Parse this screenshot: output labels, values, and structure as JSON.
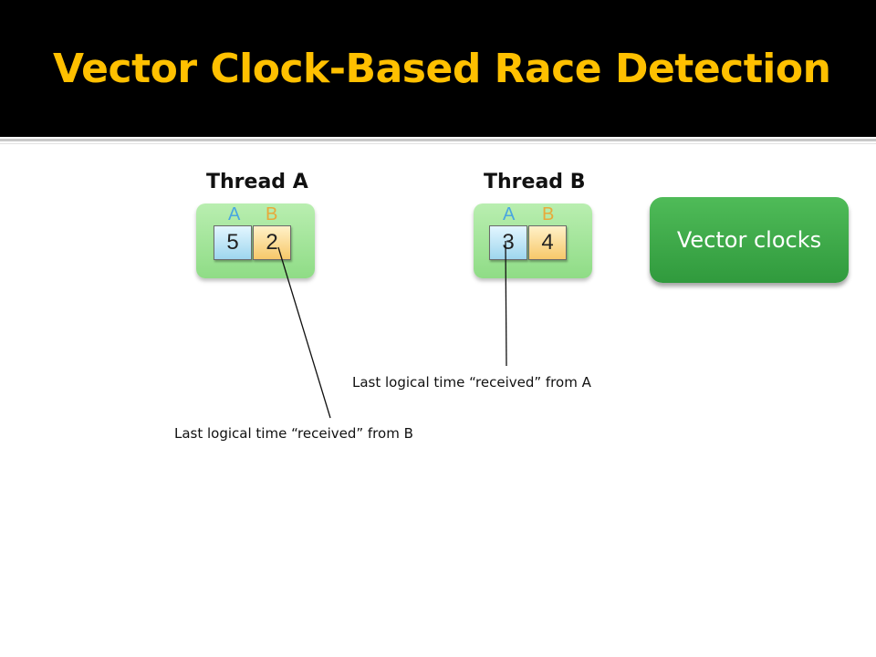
{
  "slide": {
    "title": "Vector Clock-Based Race Detection"
  },
  "threads": [
    {
      "label": "Thread A",
      "components": [
        {
          "label": "A",
          "value": "5"
        },
        {
          "label": "B",
          "value": "2"
        }
      ]
    },
    {
      "label": "Thread B",
      "components": [
        {
          "label": "A",
          "value": "3"
        },
        {
          "label": "B",
          "value": "4"
        }
      ]
    }
  ],
  "legend_button": {
    "label": "Vector clocks"
  },
  "annotations": [
    {
      "text": "Last logical time “received” from A"
    },
    {
      "text": "Last logical time “received” from B"
    }
  ],
  "colors": {
    "title": "#ffc000",
    "header_bg": "#000000",
    "clock_bg": "#a6e59d",
    "cell_a": "#bfe6f7",
    "cell_b": "#fcd98a",
    "component_label_a": "#4aa6e0",
    "component_label_b": "#e8a93a",
    "button_bg": "#3aa848"
  }
}
